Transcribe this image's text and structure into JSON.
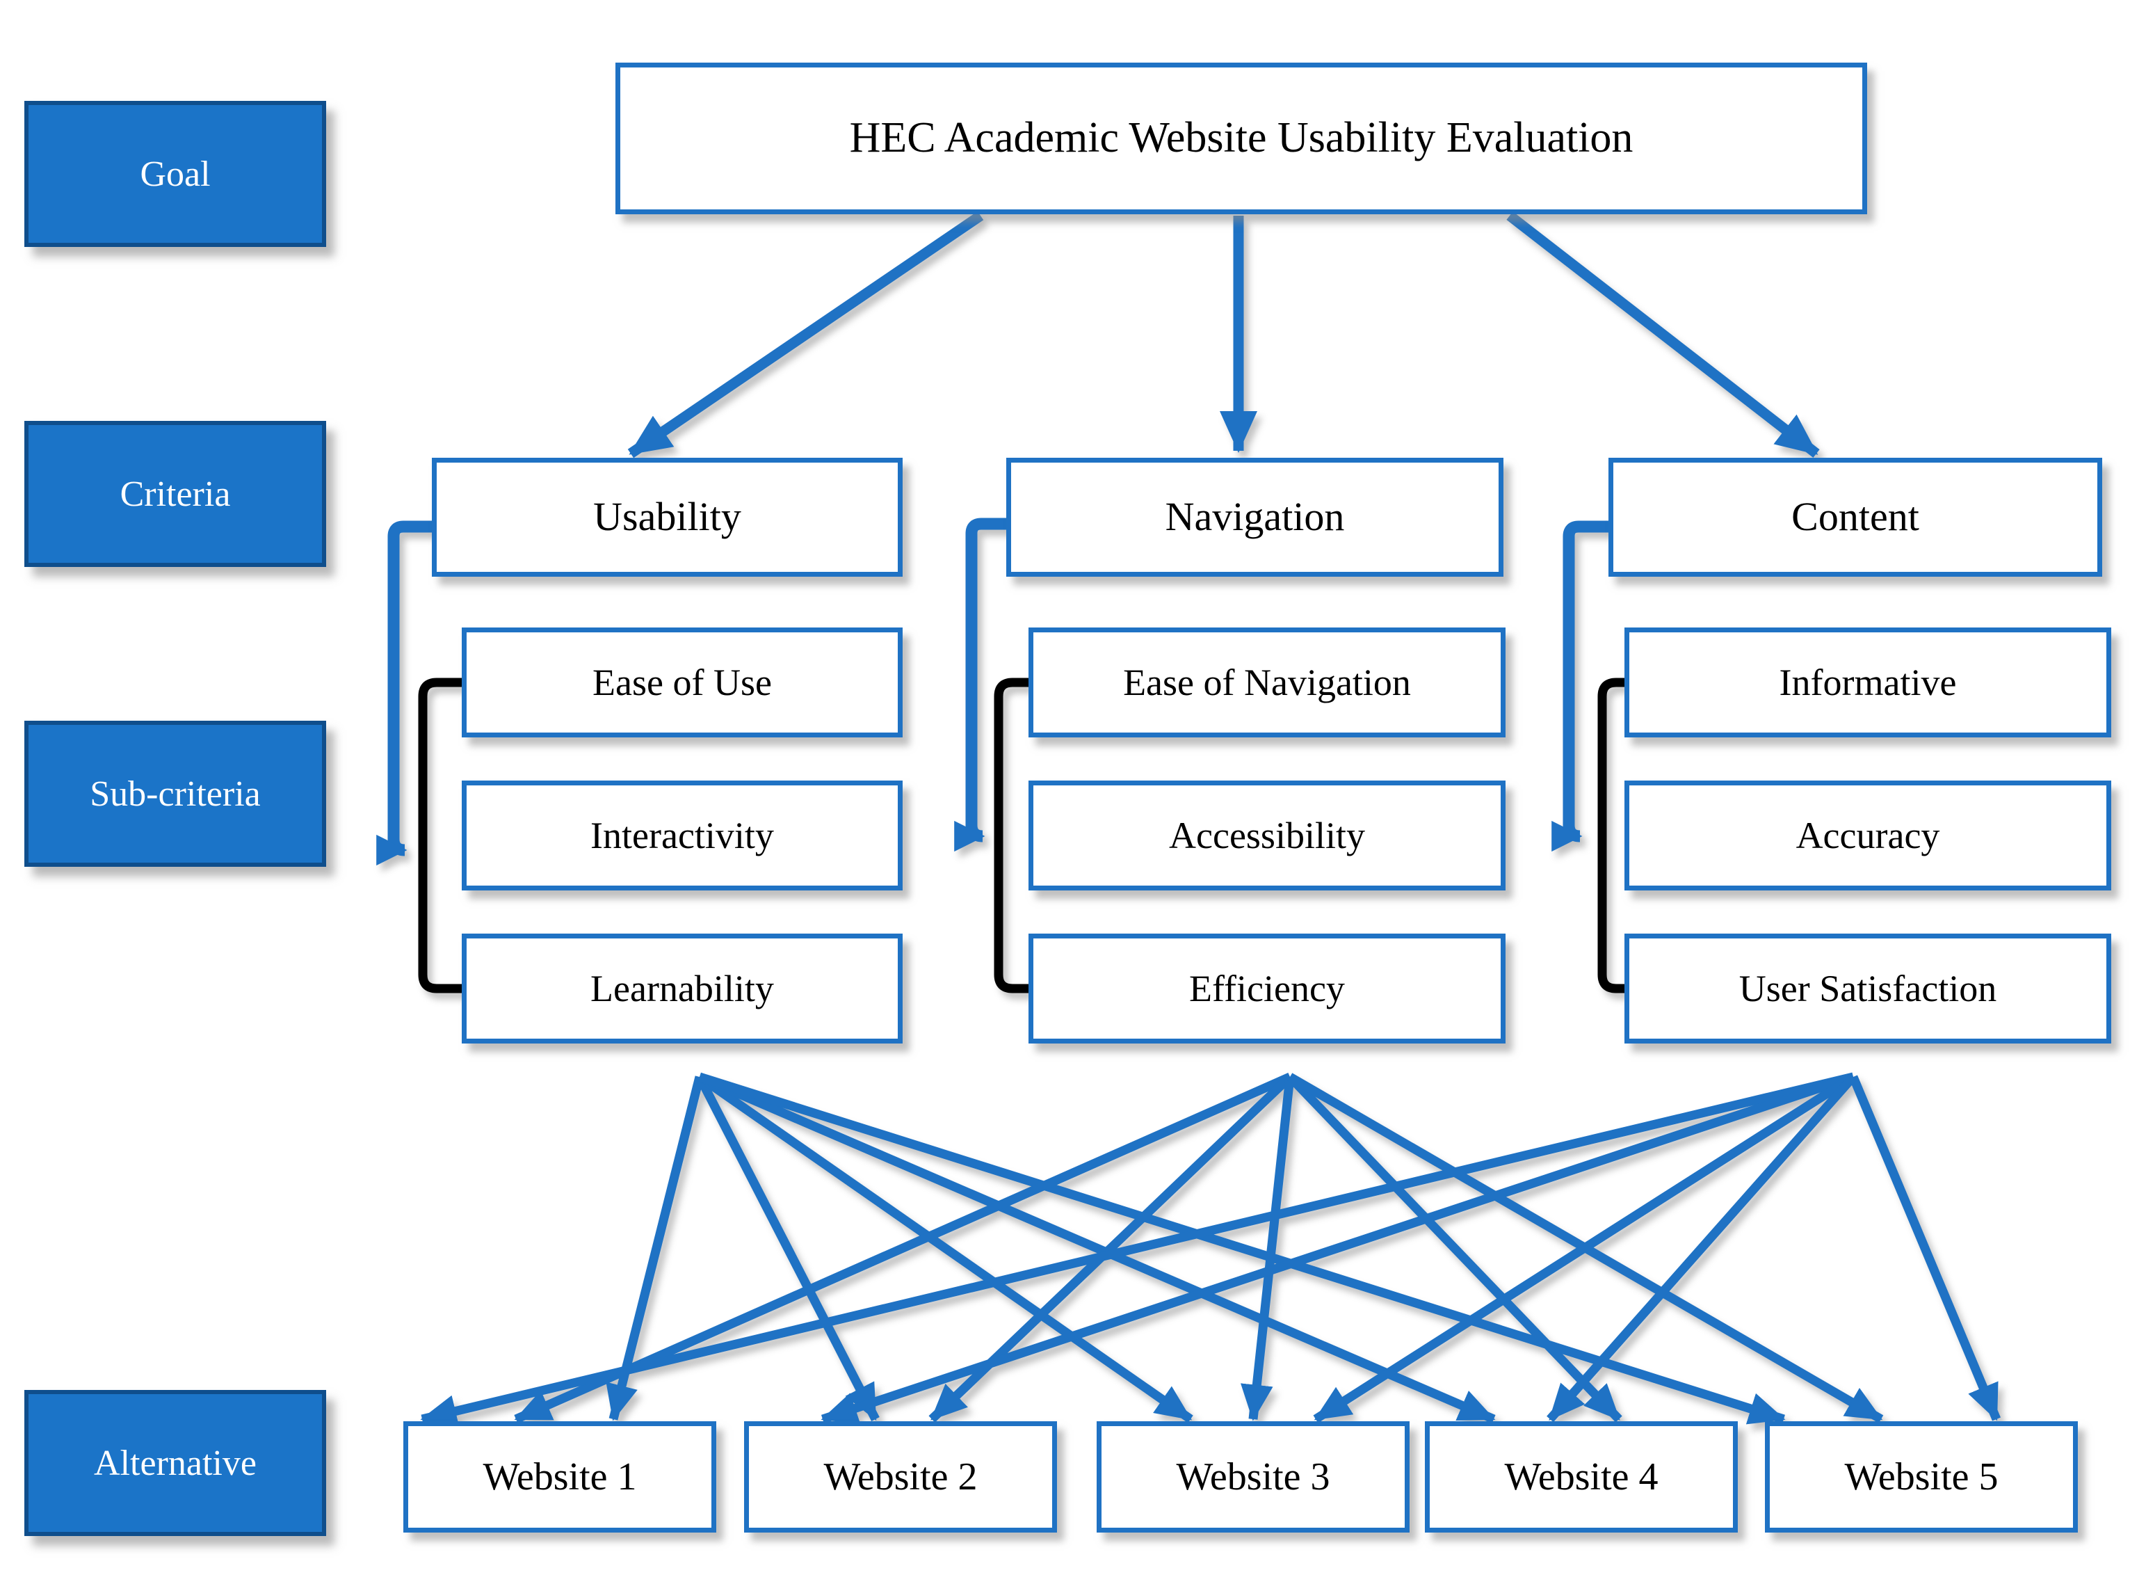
{
  "palette": {
    "blue": "#1f72c4",
    "label_fill": "#1b74c8",
    "label_border": "#0f4e8c",
    "connector_black": "#000000",
    "box_fill": "#ffffff",
    "text": "#000000",
    "label_text": "#ffffff"
  },
  "level_labels": {
    "goal": "Goal",
    "criteria": "Criteria",
    "sub_criteria": "Sub-criteria",
    "alternative": "Alternative"
  },
  "goal": {
    "title": "HEC Academic Website Usability Evaluation"
  },
  "columns": [
    {
      "criterion": "Usability",
      "sub_criteria": [
        "Ease of Use",
        "Interactivity",
        "Learnability"
      ]
    },
    {
      "criterion": "Navigation",
      "sub_criteria": [
        "Ease of Navigation",
        "Accessibility",
        "Efficiency"
      ]
    },
    {
      "criterion": "Content",
      "sub_criteria": [
        "Informative",
        "Accuracy",
        "User Satisfaction"
      ]
    }
  ],
  "alternatives": [
    "Website 1",
    "Website 2",
    "Website 3",
    "Website 4",
    "Website 5"
  ]
}
